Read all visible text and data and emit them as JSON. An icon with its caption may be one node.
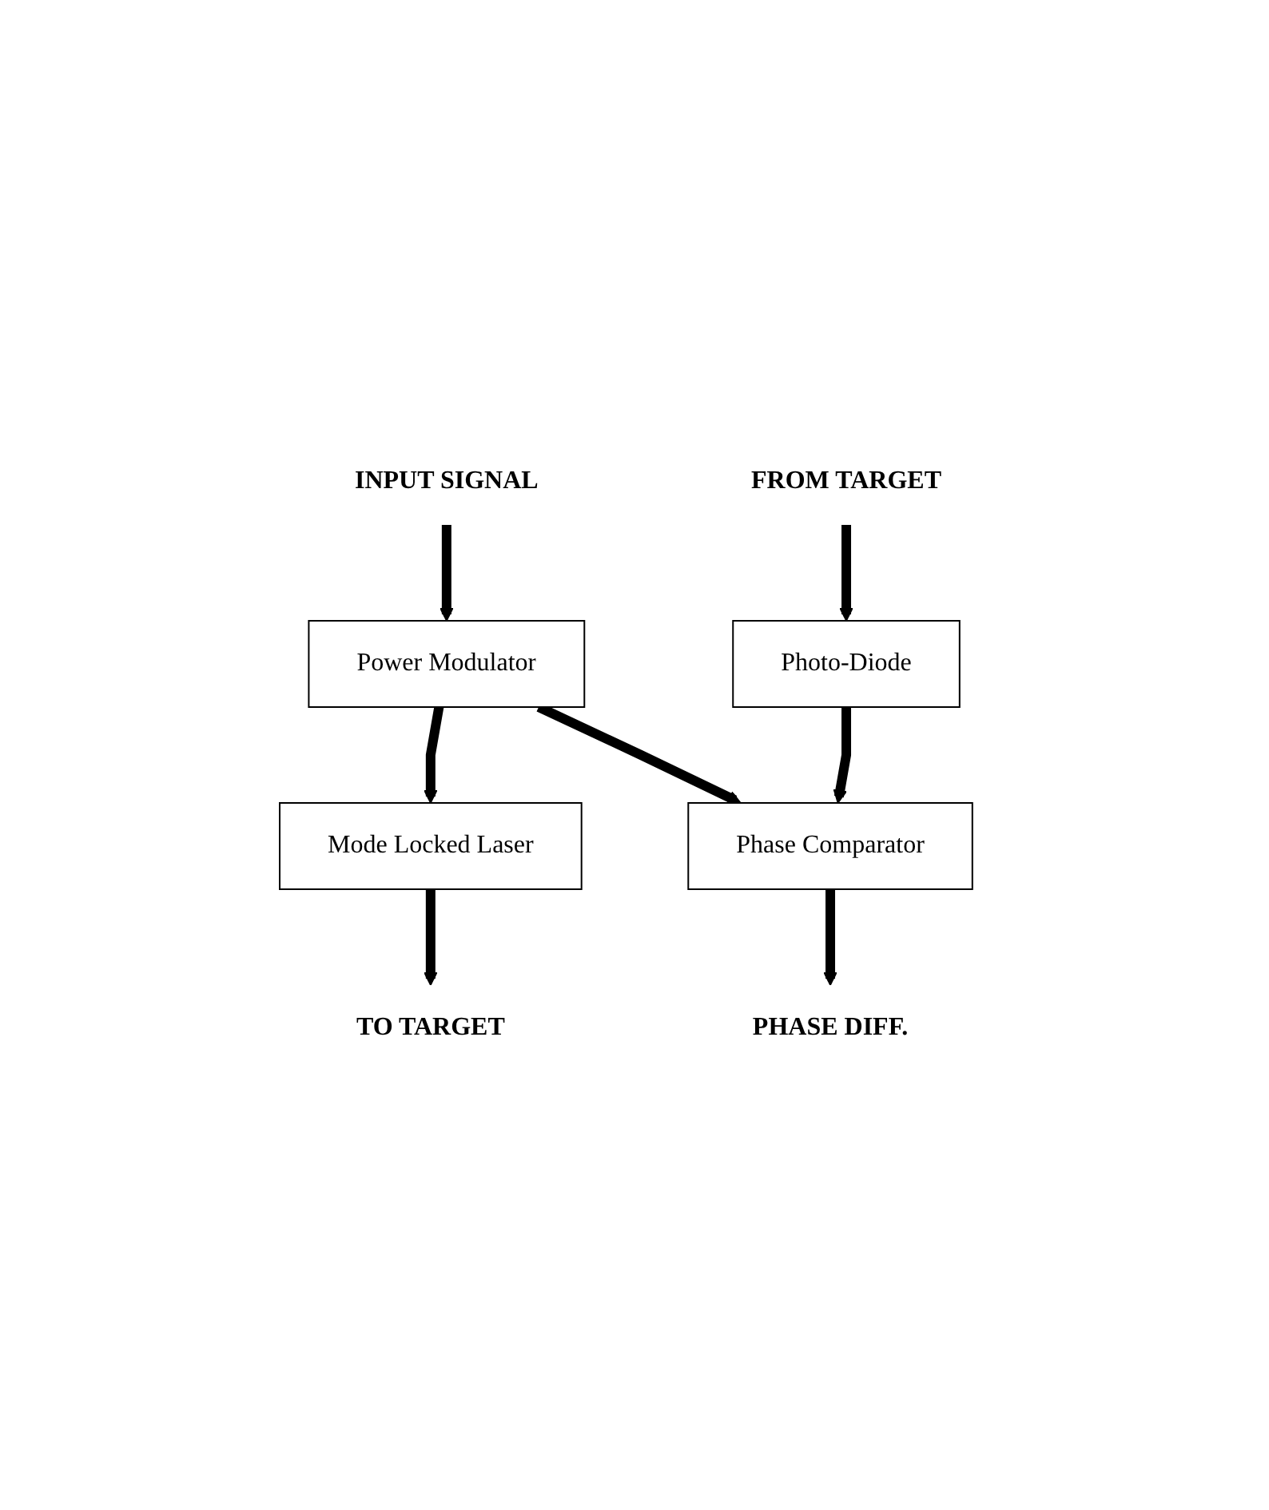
{
  "diagram": {
    "nodes": [
      {
        "text": [
          "INPUT SIGNAL"
        ]
      },
      {
        "text": [
          "Power Modulator"
        ]
      },
      {
        "text": [
          "Phase Comparator"
        ]
      },
      {
        "text": [
          "PHASE DIFF."
        ]
      },
      {
        "text": [
          "Mode Locked Laser"
        ]
      },
      {
        "text": [
          "Photo-Diode"
        ]
      },
      {
        "text": [
          "TO TARGET"
        ]
      },
      {
        "text": [
          "FROM TARGET"
        ]
      }
    ],
    "edges": [
      {
        "from": 0,
        "to": 1,
        "arrow": "to"
      },
      {
        "from": 1,
        "to": 4,
        "arrow": "to"
      },
      {
        "from": 1,
        "to": 2,
        "arrow": "to"
      },
      {
        "from": 2,
        "to": 3,
        "arrow": "to"
      },
      {
        "from": 5,
        "to": 2,
        "arrow": "to"
      },
      {
        "from": 4,
        "to": 6,
        "arrow": "to"
      },
      {
        "from": 7,
        "to": 5,
        "arrow": "to"
      }
    ]
  }
}
